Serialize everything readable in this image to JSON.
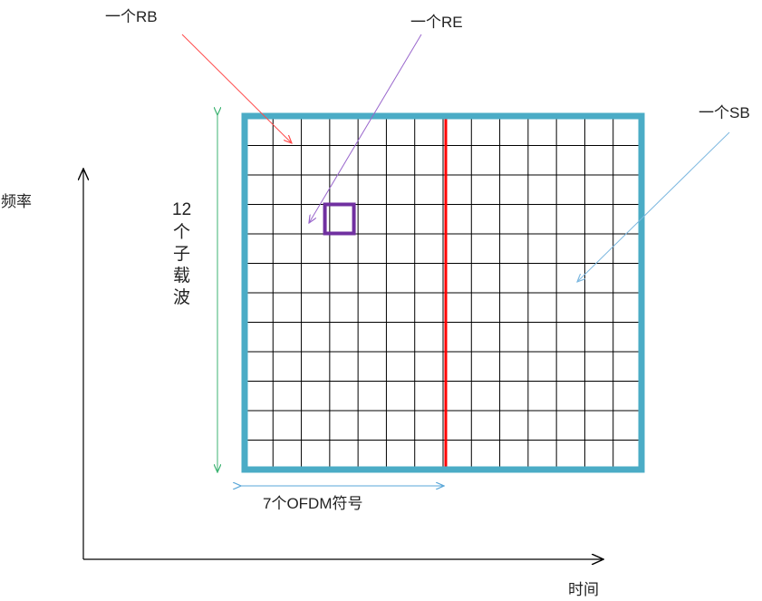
{
  "labels": {
    "rb": "一个RB",
    "re": "一个RE",
    "sb": "一个SB",
    "freq_axis": "频率",
    "time_axis": "时间",
    "subcarriers": [
      "12",
      "个",
      "子",
      "载",
      "波"
    ],
    "ofdm": "7个OFDM符号"
  },
  "grid": {
    "columns": 14,
    "rows": 12,
    "highlighted_column_divider": 7,
    "re_cell": {
      "column": 3,
      "row": 4
    }
  },
  "colors": {
    "grid_line": "#000000",
    "outer_border": "#4bacc6",
    "divider": "#ff0000",
    "rb_arrow": "#ff4a4a",
    "re_arrow": "#9966cc",
    "re_box": "#7030a0",
    "sb_arrow": "#7db8e0",
    "subcarrier_bracket": "#3cb371",
    "ofdm_bracket": "#5aa7d8",
    "axis": "#000000"
  }
}
